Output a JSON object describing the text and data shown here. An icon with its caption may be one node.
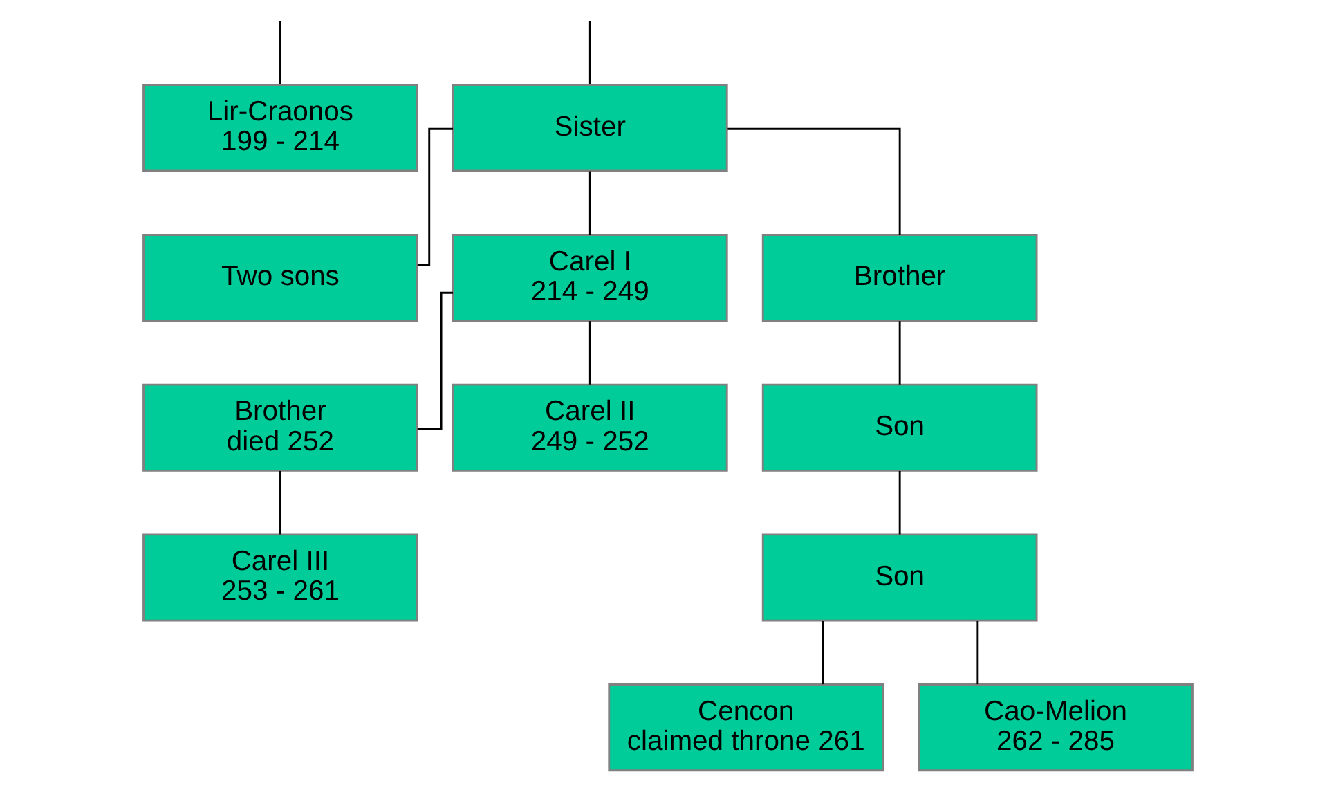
{
  "diagram": {
    "nodes": [
      {
        "text": [
          "Lir-Craonos",
          "199 - 214"
        ]
      },
      {
        "text": [
          "Sister"
        ]
      },
      {
        "text": [
          "Two sons"
        ]
      },
      {
        "text": [
          "Carel I",
          "214 - 249"
        ]
      },
      {
        "text": [
          "Brother"
        ]
      },
      {
        "text": [
          "Brother",
          "died 252"
        ]
      },
      {
        "text": [
          "Carel II",
          "249 - 252"
        ]
      },
      {
        "text": [
          "Son"
        ]
      },
      {
        "text": [
          "Carel III",
          "253 - 261"
        ]
      },
      {
        "text": [
          "Son"
        ]
      },
      {
        "text": [
          "Cencon",
          "claimed throne 261"
        ]
      },
      {
        "text": [
          "Cao-Melion",
          "262 - 285"
        ]
      }
    ],
    "edges": [
      {
        "from": null,
        "to": 0,
        "arrow": "none"
      },
      {
        "from": null,
        "to": 1,
        "arrow": "none"
      },
      {
        "from": 1,
        "to": 2,
        "arrow": "none"
      },
      {
        "from": 1,
        "to": 3,
        "arrow": "none"
      },
      {
        "from": 1,
        "to": 4,
        "arrow": "none"
      },
      {
        "from": 3,
        "to": 5,
        "arrow": "none"
      },
      {
        "from": 3,
        "to": 6,
        "arrow": "none"
      },
      {
        "from": 5,
        "to": 8,
        "arrow": "none"
      },
      {
        "from": 4,
        "to": 7,
        "arrow": "none"
      },
      {
        "from": 7,
        "to": 9,
        "arrow": "none"
      },
      {
        "from": 9,
        "to": 10,
        "arrow": "none"
      },
      {
        "from": 9,
        "to": 11,
        "arrow": "none"
      }
    ]
  }
}
